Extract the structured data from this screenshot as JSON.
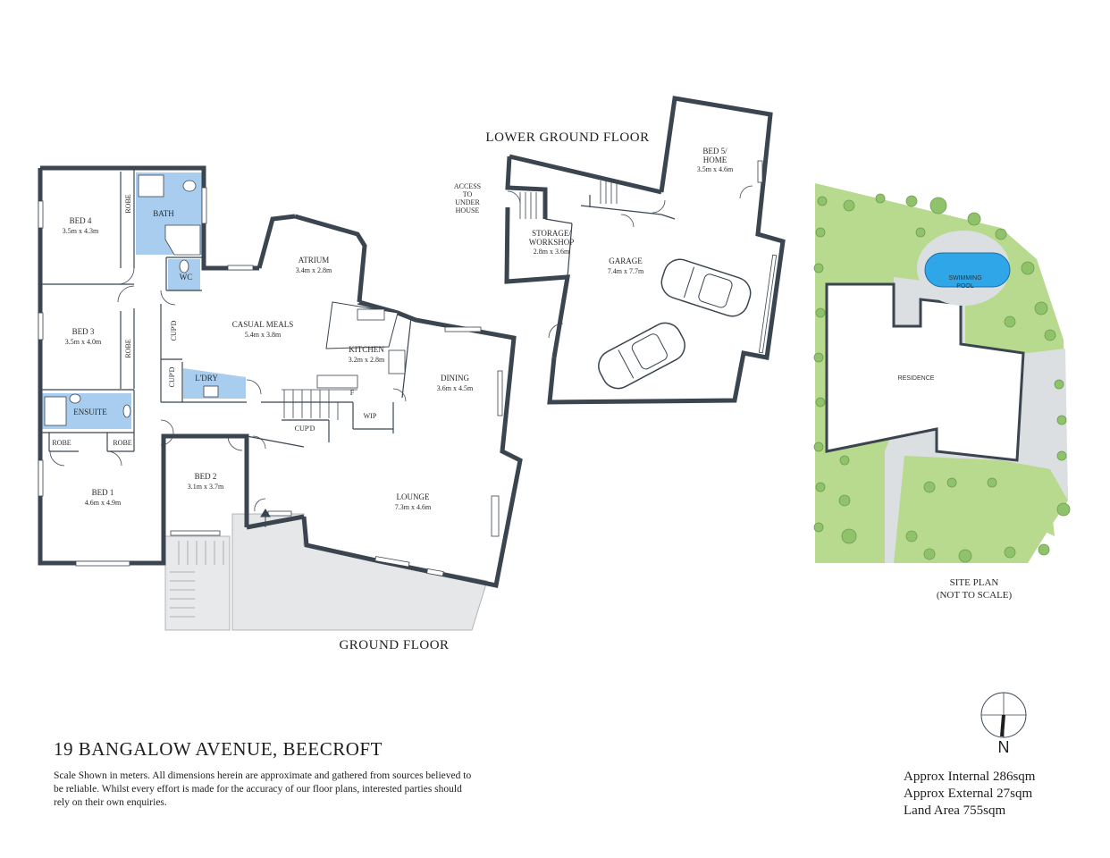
{
  "ground_floor": {
    "title": "GROUND FLOOR",
    "rooms": {
      "bed4": {
        "name": "BED 4",
        "dim": "3.5m x 4.3m"
      },
      "bed3": {
        "name": "BED 3",
        "dim": "3.5m x 4.0m"
      },
      "bed1": {
        "name": "BED 1",
        "dim": "4.6m x 4.9m"
      },
      "bed2": {
        "name": "BED 2",
        "dim": "3.1m x 3.7m"
      },
      "bath": {
        "name": "BATH"
      },
      "wc": {
        "name": "WC"
      },
      "ensuite": {
        "name": "ENSUITE"
      },
      "laundry": {
        "name": "L'DRY"
      },
      "atrium": {
        "name": "ATRIUM",
        "dim": "3.4m x 2.8m"
      },
      "casual": {
        "name": "CASUAL MEALS",
        "dim": "5.4m x 3.8m"
      },
      "kitchen": {
        "name": "KITCHEN",
        "dim": "3.2m x 2.8m"
      },
      "dining": {
        "name": "DINING",
        "dim": "3.6m x 4.5m"
      },
      "lounge": {
        "name": "LOUNGE",
        "dim": "7.3m x 4.6m"
      },
      "robe_bed4": "ROBE",
      "robe_bed3": "ROBE",
      "robe_bed1_left": "ROBE",
      "robe_bed1_right": "ROBE",
      "cupd_1": "CUP'D",
      "cupd_2": "CUP'D",
      "cupd_3": "CUP'D",
      "wip": "WIP",
      "fridge": "F"
    }
  },
  "lower_ground_floor": {
    "title": "LOWER GROUND FLOOR",
    "access_label": [
      "ACCESS",
      "TO",
      "UNDER",
      "HOUSE"
    ],
    "rooms": {
      "storage": {
        "name_line1": "STORAGE/",
        "name_line2": "WORKSHOP",
        "dim": "2.8m x 3.6m"
      },
      "garage": {
        "name": "GARAGE",
        "dim": "7.4m x 7.7m"
      },
      "bed5": {
        "name_line1": "BED 5/",
        "name_line2": "HOME",
        "dim": "3.5m x 4.6m"
      }
    }
  },
  "site_plan": {
    "title": "SITE PLAN",
    "subtitle": "(NOT TO SCALE)",
    "residence": "RESIDENCE",
    "pool_line1": "SWIMMING",
    "pool_line2": "POOL"
  },
  "address": "19 BANGALOW AVENUE, BEECROFT",
  "disclaimer": "Scale Shown in meters. All dimensions herein are approximate and gathered from sources believed to be reliable. Whilst every effort is made for the accuracy of our floor plans, interested parties should rely on their own enquiries.",
  "areas": {
    "internal": "Approx Internal 286sqm",
    "external": "Approx External 27sqm",
    "land": "Land Area 755sqm"
  },
  "north": "N",
  "colors": {
    "wall": "#3b4550",
    "wet_area": "#a8cdee",
    "deck": "#e6e7e8",
    "lawn": "#b7da8f",
    "tree": "#8fc26a",
    "pool": "#2fa6e8",
    "paving": "#dcdfe2"
  }
}
